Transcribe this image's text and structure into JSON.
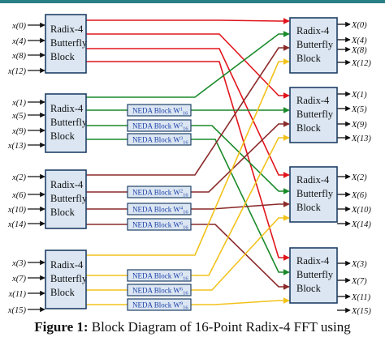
{
  "colors": {
    "frame_top": "#2a7f87",
    "radix_fill": "#dbe6f2",
    "radix_stroke": "#1f3f66",
    "neda_fill": "#dbe6f2",
    "neda_stroke": "#1f3f66",
    "neda_text": "#1a3ea8",
    "red": "#e0151b",
    "green": "#1a8a2a",
    "maroon": "#8b2a2a",
    "yellow": "#f2c21b",
    "arrow": "#111111"
  },
  "left_blocks": [
    {
      "label": [
        "Radix-4",
        "Butterfly",
        "Block"
      ],
      "inputs": [
        "x(0)",
        "x(4)",
        "x(8)",
        "x(12)"
      ]
    },
    {
      "label": [
        "Radix-4",
        "Butterfly",
        "Block"
      ],
      "inputs": [
        "x(1)",
        "x(5)",
        "x(9)",
        "x(13)"
      ]
    },
    {
      "label": [
        "Radix-4",
        "Butterfly",
        "Block"
      ],
      "inputs": [
        "x(2)",
        "x(6)",
        "x(10)",
        "x(14)"
      ]
    },
    {
      "label": [
        "Radix-4",
        "Butterfly",
        "Block"
      ],
      "inputs": [
        "x(3)",
        "x(7)",
        "x(11)",
        "x(15)"
      ]
    }
  ],
  "right_blocks": [
    {
      "label": [
        "Radix-4",
        "Butterfly",
        "Block"
      ],
      "outputs": [
        "X(0)",
        "X(4)",
        "X(8)",
        "X(12)"
      ]
    },
    {
      "label": [
        "Radix-4",
        "Butterfly",
        "Block"
      ],
      "outputs": [
        "X(1)",
        "X(5)",
        "X(9)",
        "X(13)"
      ]
    },
    {
      "label": [
        "Radix-4",
        "Butterfly",
        "Block"
      ],
      "outputs": [
        "X(2)",
        "X(6)",
        "X(10)",
        "X(14)"
      ]
    },
    {
      "label": [
        "Radix-4",
        "Butterfly",
        "Block"
      ],
      "outputs": [
        "X(3)",
        "X(7)",
        "X(11)",
        "X(15)"
      ]
    }
  ],
  "neda_groups": [
    {
      "blocks": [
        {
          "name": "NEDA Block W",
          "sup": "1",
          "sub": "16"
        },
        {
          "name": "NEDA Block W",
          "sup": "2",
          "sub": "16"
        },
        {
          "name": "NEDA Block W",
          "sup": "3",
          "sub": "16"
        }
      ]
    },
    {
      "blocks": [
        {
          "name": "NEDA Block W",
          "sup": "2",
          "sub": "16"
        },
        {
          "name": "NEDA Block W",
          "sup": "4",
          "sub": "16"
        },
        {
          "name": "NEDA Block W",
          "sup": "6",
          "sub": "16"
        }
      ]
    },
    {
      "blocks": [
        {
          "name": "NEDA Block W",
          "sup": "3",
          "sub": "16"
        },
        {
          "name": "NEDA Block W",
          "sup": "6",
          "sub": "16"
        },
        {
          "name": "NEDA Block W",
          "sup": "9",
          "sub": "16"
        }
      ]
    }
  ],
  "caption": {
    "label": "Figure 1:",
    "text": " Block Diagram of 16-Point Radix-4 FFT using"
  }
}
